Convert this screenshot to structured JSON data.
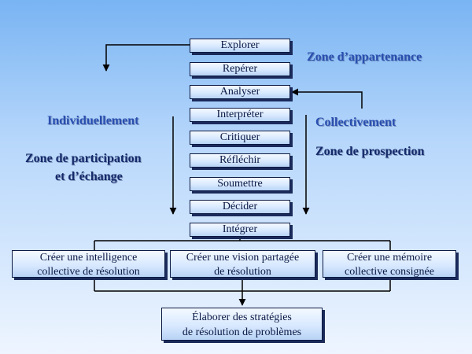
{
  "steps": [
    "Explorer",
    "Repérer",
    "Analyser",
    "Interpréter",
    "Critiquer",
    "Réfléchir",
    "Soumettre",
    "Décider",
    "Intégrer"
  ],
  "labels": {
    "zone_appartenance": "Zone d’appartenance",
    "individuellement": "Individuellement",
    "collectivement": "Collectivement",
    "zone_participation_line1": "Zone de participation",
    "zone_participation_line2": "et  d’échange",
    "zone_prospection": "Zone de prospection"
  },
  "outcomes": {
    "intelligence": {
      "line1": "Créer une intelligence",
      "line2": "collective de résolution"
    },
    "vision": {
      "line1": "Créer une vision partagée",
      "line2": "de résolution"
    },
    "memoire": {
      "line1": "Créer une mémoire",
      "line2": "collective consignée"
    }
  },
  "final": {
    "line1": "Élaborer des stratégies",
    "line2": "de résolution de problèmes"
  },
  "colors": {
    "box_border": "#0b1a44",
    "label_blue": "#2a4fb0",
    "label_dark": "#142a6a",
    "wire": "#000000"
  }
}
